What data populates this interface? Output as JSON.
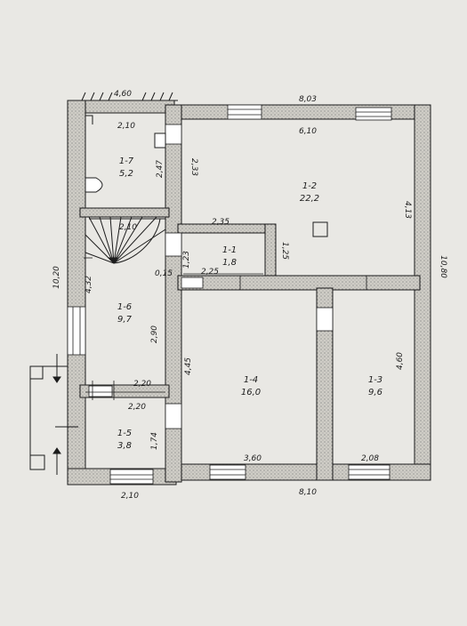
{
  "colors": {
    "paper": "#e9e8e4",
    "wall_fill": "#cfcdc6",
    "wall_hatch": "#6a6a6a",
    "ink": "#1c1c1c"
  },
  "rooms": [
    {
      "id": "1-2",
      "area": "22,2"
    },
    {
      "id": "1-7",
      "area": "5,2"
    },
    {
      "id": "1-1",
      "area": "1,8"
    },
    {
      "id": "1-6",
      "area": "9,7"
    },
    {
      "id": "1-4",
      "area": "16,0"
    },
    {
      "id": "1-3",
      "area": "9,6"
    },
    {
      "id": "1-5",
      "area": "3,8"
    }
  ],
  "dimensions": {
    "top_left_width": "4,60",
    "top_right_width": "8,03",
    "bottom_left_width": "2,10",
    "bottom_right_width": "8,10",
    "left_height": "10,20",
    "right_height": "10,80",
    "room_1_2_width": "6,10",
    "room_1_2_height": "4,13",
    "room_1_7_width": "2,10",
    "room_1_7_height": "2,47",
    "stair_width": "2,10",
    "stair_height": "4,32",
    "corridor_height": "2,33",
    "room_1_1_width_top": "2,35",
    "room_1_1_width_bottom": "2,25",
    "room_1_1_height_left": "1,23",
    "room_1_1_height_right": "1,25",
    "wall_gap": "0,15",
    "room_1_6_height": "2,90",
    "room_1_4_height": "4,45",
    "room_1_4_width": "3,60",
    "room_1_3_height": "4,60",
    "room_1_3_width": "2,08",
    "room_1_5_width_top": "2,20",
    "room_1_5_width_mid": "2,20",
    "room_1_5_height": "1,74"
  }
}
